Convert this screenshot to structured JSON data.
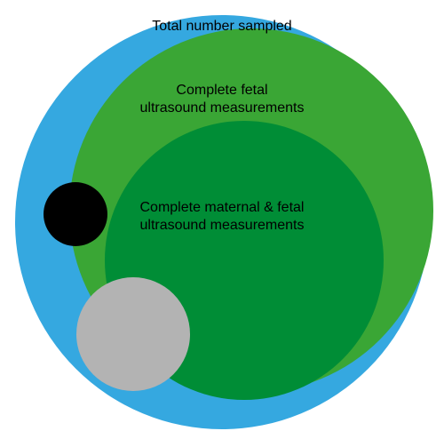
{
  "diagram": {
    "labels": {
      "total": "Total number sampled",
      "fetal_line1": "Complete fetal",
      "fetal_line2": "ultrasound measurements",
      "maternal_line1": "Complete maternal & fetal",
      "maternal_line2": "ultrasound measurements"
    },
    "colors": {
      "total": "#35a8e0",
      "fetal": "#3aa635",
      "maternal_fetal": "#008d36",
      "black_circle": "#000000",
      "grey_circle": "#b3b3b3"
    }
  }
}
